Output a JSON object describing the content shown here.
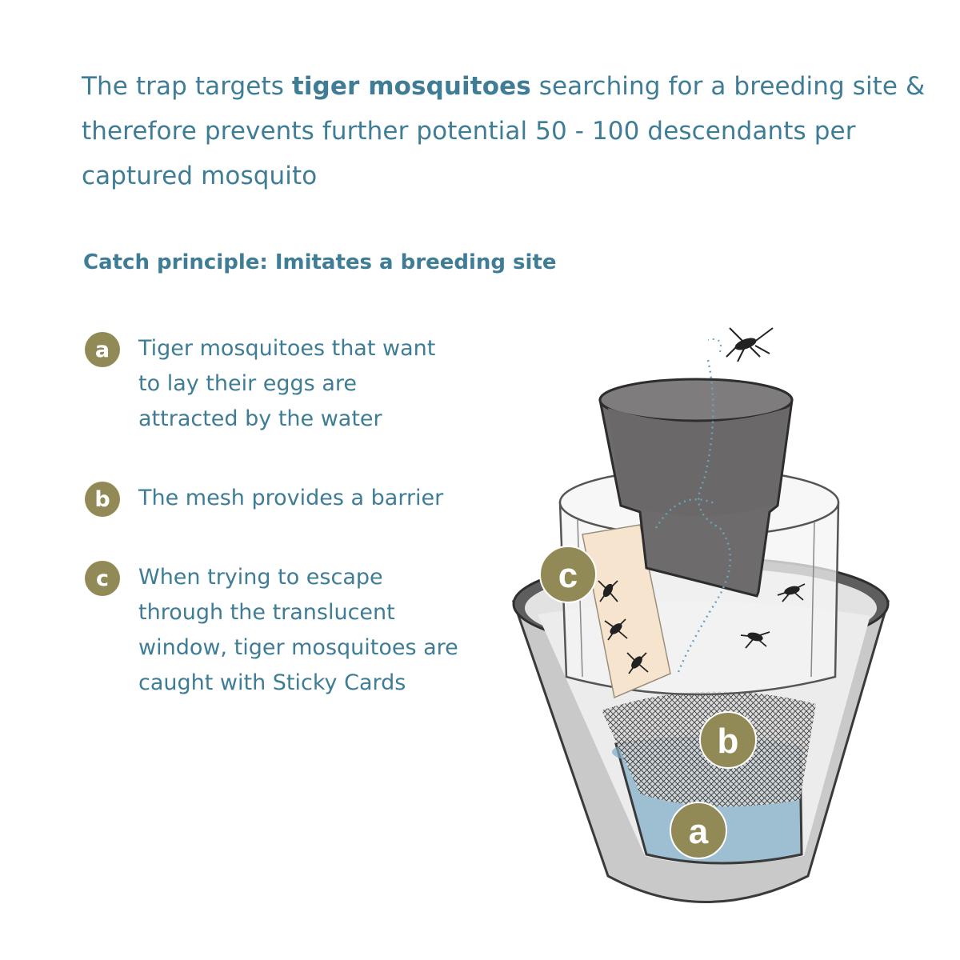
{
  "intro": {
    "before": "The trap targets ",
    "highlight": "tiger mosquitoes",
    "after": " searching for a breeding site & therefore prevents further potential 50 - 100 descendants per captured mosquito"
  },
  "subtitle": "Catch principle: Imitates a breeding site",
  "steps": [
    {
      "letter": "a",
      "text": "Tiger mosquitoes that want to lay their eggs are attracted by the water"
    },
    {
      "letter": "b",
      "text": "The mesh provides a barrier"
    },
    {
      "letter": "c",
      "text": "When trying to escape through the translucent window, tiger mosquitoes are caught with Sticky Cards"
    }
  ],
  "diagram": {
    "labels": {
      "a": "a",
      "b": "b",
      "c": "c"
    }
  },
  "colors": {
    "text": "#3f7c95",
    "badge": "#928a56",
    "water": "#9dbfd1",
    "bucket": "#c9c9c9",
    "funnel": "#6d6b6c",
    "sticky_card": "#f6e4cf"
  }
}
